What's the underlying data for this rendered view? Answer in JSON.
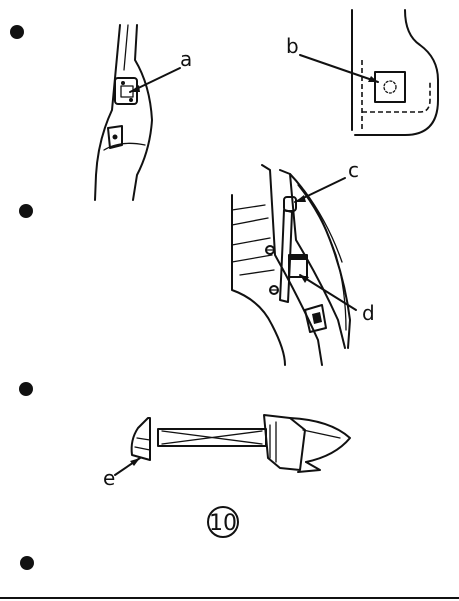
{
  "diagram": {
    "callouts": [
      {
        "id": "a",
        "label": "a"
      },
      {
        "id": "b",
        "label": "b"
      },
      {
        "id": "c",
        "label": "c"
      },
      {
        "id": "d",
        "label": "d"
      },
      {
        "id": "e",
        "label": "e"
      }
    ],
    "plate_number": "10"
  },
  "colors": {
    "ink": "#111111",
    "paper": "#ffffff"
  }
}
